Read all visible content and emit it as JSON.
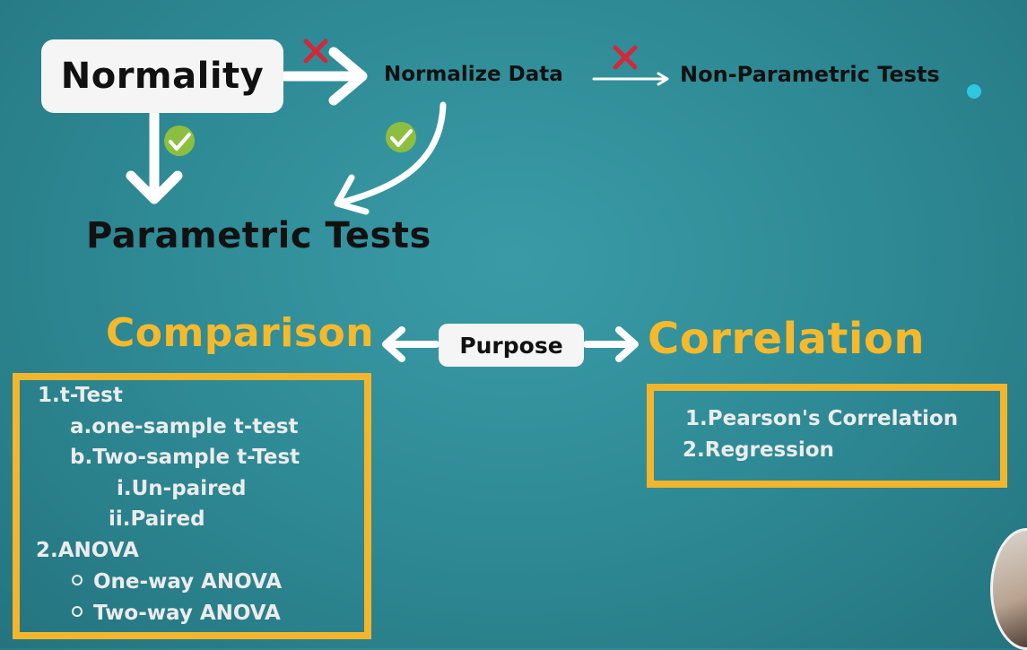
{
  "top": {
    "normality": "Normality",
    "normalize_data": "Normalize Data",
    "non_parametric": "Non-Parametric Tests",
    "parametric": "Parametric Tests"
  },
  "middle": {
    "comparison": "Comparison",
    "purpose": "Purpose",
    "correlation": "Correlation"
  },
  "comparison_list": [
    {
      "marker": "1.",
      "text": "t-Test"
    },
    {
      "marker": "a.",
      "text": "one-sample t-test"
    },
    {
      "marker": "b.",
      "text": "Two-sample t-Test"
    },
    {
      "marker": "i.",
      "text": "Un-paired"
    },
    {
      "marker": "ii.",
      "text": "Paired"
    },
    {
      "marker": "2.",
      "text": "ANOVA"
    },
    {
      "marker": "",
      "text": "One-way ANOVA"
    },
    {
      "marker": "",
      "text": "Two-way ANOVA"
    }
  ],
  "correlation_list": [
    {
      "marker": "1.",
      "text": "Pearson's Correlation"
    },
    {
      "marker": "2.",
      "text": "Regression"
    }
  ],
  "colors": {
    "background": "#2f8c97",
    "accent_yellow": "#f6b92b",
    "check_green": "#8cbf3f",
    "cross_red": "#d2283a"
  },
  "icons": [
    "check-icon",
    "cross-icon",
    "arrow-icon"
  ]
}
